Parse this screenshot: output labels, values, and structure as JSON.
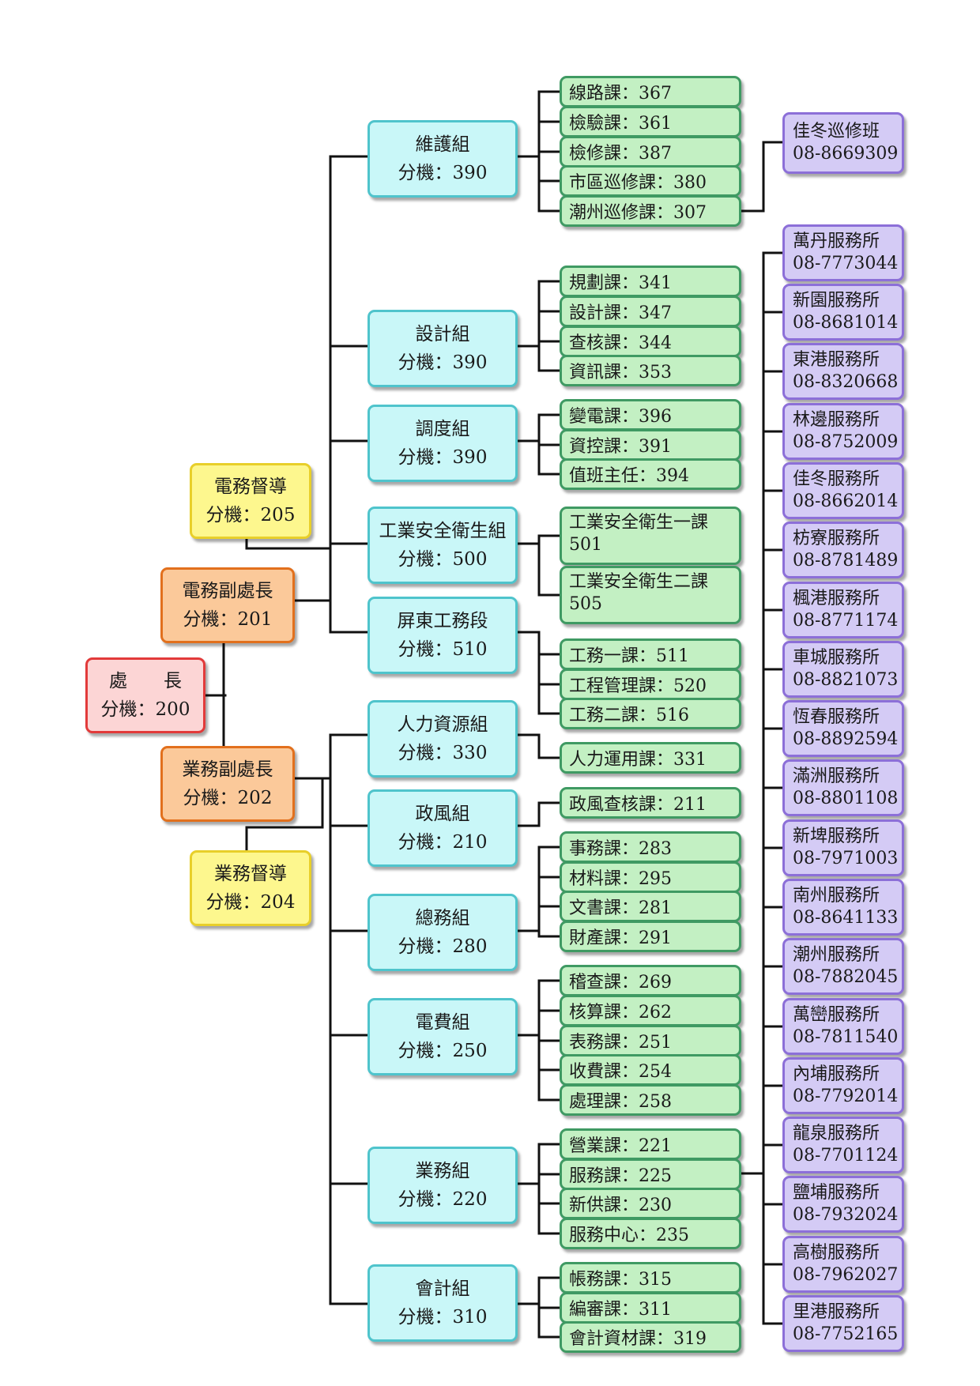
{
  "director": {
    "title": "處　　長",
    "ext": "分機：200"
  },
  "deputy_elec": {
    "title": "電務副處長",
    "ext": "分機：201"
  },
  "deputy_biz": {
    "title": "業務副處長",
    "ext": "分機：202"
  },
  "supervisor_elec": {
    "title": "電務督導",
    "ext": "分機：205"
  },
  "supervisor_biz": {
    "title": "業務督導",
    "ext": "分機：204"
  },
  "groups": [
    {
      "name": "維護組",
      "ext": "分機：390"
    },
    {
      "name": "設計組",
      "ext": "分機：390"
    },
    {
      "name": "調度組",
      "ext": "分機：390"
    },
    {
      "name": "工業安全衛生組",
      "ext": "分機：500"
    },
    {
      "name": "屏東工務段",
      "ext": "分機：510"
    },
    {
      "name": "人力資源組",
      "ext": "分機：330"
    },
    {
      "name": "政風組",
      "ext": "分機：210"
    },
    {
      "name": "總務組",
      "ext": "分機：280"
    },
    {
      "name": "電費組",
      "ext": "分機：250"
    },
    {
      "name": "業務組",
      "ext": "分機：220"
    },
    {
      "name": "會計組",
      "ext": "分機：310"
    }
  ],
  "sections": [
    "線路課：367",
    "檢驗課：361",
    "檢修課：387",
    "市區巡修課：380",
    "潮州巡修課：307",
    "規劃課：341",
    "設計課：347",
    "查核課：344",
    "資訊課：353",
    "變電課：396",
    "資控課：391",
    "值班主任：394",
    "工業安全衛生一課 501",
    "工業安全衛生二課 505",
    "工務一課：511",
    "工程管理課：520",
    "工務二課：516",
    "人力運用課：331",
    "政風查核課：211",
    "事務課：283",
    "材料課：295",
    "文書課：281",
    "財產課：291",
    "稽查課：269",
    "核算課：262",
    "表務課：251",
    "收費課：254",
    "處理課：258",
    "營業課：221",
    "服務課：225",
    "新供課：230",
    "服務中心：235",
    "帳務課：315",
    "編審課：311",
    "會計資材課：319"
  ],
  "patrol_team": {
    "name": "佳冬巡修班",
    "phone": "08-8669309"
  },
  "service_offices": [
    {
      "name": "萬丹服務所",
      "phone": "08-7773044"
    },
    {
      "name": "新園服務所",
      "phone": "08-8681014"
    },
    {
      "name": "東港服務所",
      "phone": "08-8320668"
    },
    {
      "name": "林邊服務所",
      "phone": "08-8752009"
    },
    {
      "name": "佳冬服務所",
      "phone": "08-8662014"
    },
    {
      "name": "枋寮服務所",
      "phone": "08-8781489"
    },
    {
      "name": "楓港服務所",
      "phone": "08-8771174"
    },
    {
      "name": "車城服務所",
      "phone": "08-8821073"
    },
    {
      "name": "恆春服務所",
      "phone": "08-8892594"
    },
    {
      "name": "滿洲服務所",
      "phone": "08-8801108"
    },
    {
      "name": "新埤服務所",
      "phone": "08-7971003"
    },
    {
      "name": "南州服務所",
      "phone": "08-8641133"
    },
    {
      "name": "潮州服務所",
      "phone": "08-7882045"
    },
    {
      "name": "萬巒服務所",
      "phone": "08-7811540"
    },
    {
      "name": "內埔服務所",
      "phone": "08-7792014"
    },
    {
      "name": "龍泉服務所",
      "phone": "08-7701124"
    },
    {
      "name": "鹽埔服務所",
      "phone": "08-7932024"
    },
    {
      "name": "高樹服務所",
      "phone": "08-7962027"
    },
    {
      "name": "里港服務所",
      "phone": "08-7752165"
    }
  ],
  "colors": {
    "line": "#111111",
    "director_fill": "#fcd5d5",
    "director_border": "#e23a3a",
    "deputy_fill": "#fbc99a",
    "deputy_border": "#e2701d",
    "supervisor_fill": "#fdf78e",
    "supervisor_border": "#e8cf2a",
    "group_fill": "#c9f7f8",
    "group_border": "#4fc4cc",
    "section_fill": "#c3f0c3",
    "section_border": "#3f9a63",
    "service_fill": "#d4cbf5",
    "service_border": "#8c6fd8"
  }
}
